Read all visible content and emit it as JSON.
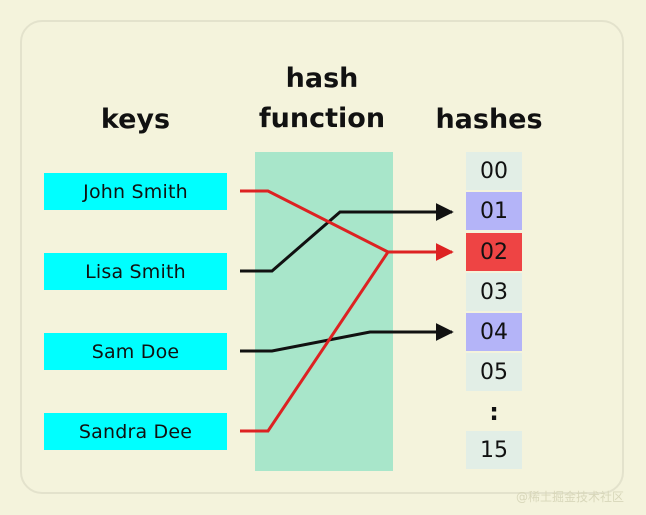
{
  "diagram": {
    "headings": {
      "keys": "keys",
      "hash_function_line1": "hash",
      "hash_function_line2": "function",
      "hashes": "hashes"
    },
    "keys": [
      {
        "label": "John Smith"
      },
      {
        "label": "Lisa Smith"
      },
      {
        "label": "Sam Doe"
      },
      {
        "label": "Sandra Dee"
      }
    ],
    "hash_slots": [
      {
        "label": "00",
        "state": "plain"
      },
      {
        "label": "01",
        "state": "mapped"
      },
      {
        "label": "02",
        "state": "collide"
      },
      {
        "label": "03",
        "state": "plain"
      },
      {
        "label": "04",
        "state": "mapped"
      },
      {
        "label": "05",
        "state": "plain"
      }
    ],
    "ellipsis": ":",
    "last_slot": {
      "label": "15",
      "state": "plain"
    },
    "mappings": [
      {
        "key": "John Smith",
        "slot": "02",
        "color": "#dd2222"
      },
      {
        "key": "Lisa Smith",
        "slot": "01",
        "color": "#111111"
      },
      {
        "key": "Sam Doe",
        "slot": "04",
        "color": "#111111"
      },
      {
        "key": "Sandra Dee",
        "slot": "02",
        "color": "#dd2222"
      }
    ],
    "colors": {
      "background": "#f4f3dc",
      "key_box": "#00ffff",
      "hash_function_box": "#a8e6ca",
      "slot_plain": "#e2eee6",
      "slot_mapped": "#b4b4f8",
      "slot_collision": "#ee4444",
      "arrow_black": "#111111",
      "arrow_red": "#dd2222"
    },
    "watermark": "@稀土掘金技术社区"
  }
}
